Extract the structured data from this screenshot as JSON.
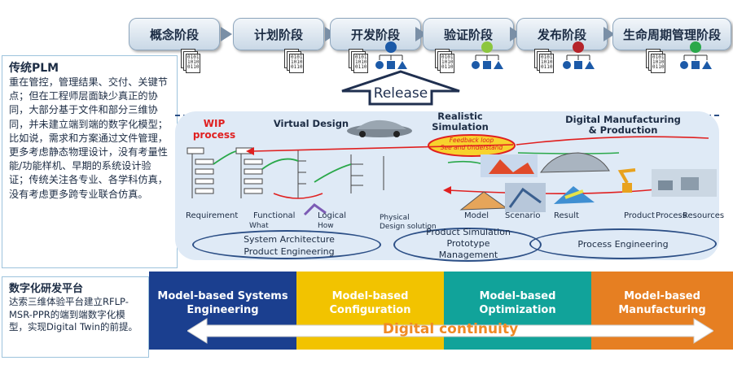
{
  "phases": [
    {
      "label": "概念阶段",
      "icon": "doc-stack-icon"
    },
    {
      "label": "计划阶段",
      "icon": "doc-stack-icon"
    },
    {
      "label": "开发阶段",
      "icon": "doc-stack-with-shapes-icon"
    },
    {
      "label": "验证阶段",
      "icon": "doc-stack-with-shapes-icon"
    },
    {
      "label": "发布阶段",
      "icon": "doc-stack-with-shapes-icon"
    },
    {
      "label": "生命周期管理阶段",
      "icon": "doc-stack-with-shapes-icon"
    }
  ],
  "doc_glyph": "0101\n1010\n0110",
  "release_label": "Release",
  "traditional_plm": {
    "title": "传统PLM",
    "body": "重在管控，管理结果、交付、关键节点；但在工程师层面缺少真正的协同，大部分基于文件和部分三维协同，并未建立端到端的数字化模型；\n比如说，需求和方案通过文件管理，更多考虑静态物理设计，没有考量性能/功能样机、早期的系统设计验证；传统关注各专业、各学科仿真，没有考虑更多跨专业联合仿真。"
  },
  "digital_platform": {
    "title": "数字化研发平台",
    "body": "达索三维体验平台建立RFLP-MSR-PPR的端到端数字化模型，实现Digital Twin的前提。"
  },
  "diagram": {
    "wip_process": "WIP\nprocess",
    "virtual_design": "Virtual Design",
    "realistic_simulation": "Realistic\nSimulation",
    "digital_manufacturing": "Digital Manufacturing\n& Production",
    "feedback_loop": "Feedback loop\nSee and Understand",
    "rflp": [
      "Requirement",
      "Functional",
      "Logical",
      "Physical"
    ],
    "rflp_sub": [
      "What",
      "How",
      "Design solution"
    ],
    "msr": [
      "Model",
      "Scenario",
      "Result"
    ],
    "ppr": [
      "Product",
      "Process",
      "Resources"
    ],
    "ellipses": [
      "System Architecture\nProduct Engineering",
      "Product Simulation\nPrototype\nManagement",
      "Process Engineering"
    ]
  },
  "bars": [
    {
      "label": "Model-based Systems\nEngineering",
      "color": "#1b3f8f"
    },
    {
      "label": "Model-based\nConfiguration",
      "color": "#f2c300"
    },
    {
      "label": "Model-based\nOptimization",
      "color": "#11a39a"
    },
    {
      "label": "Model-based\nManufacturing",
      "color": "#e67f22"
    }
  ],
  "digital_continuity": "Digital continuity",
  "colors": {
    "phase_text": "#1c2c44",
    "red": "#e02020",
    "green": "#2aa84a",
    "blue": "#1c5aa8",
    "orange": "#f08a24"
  }
}
